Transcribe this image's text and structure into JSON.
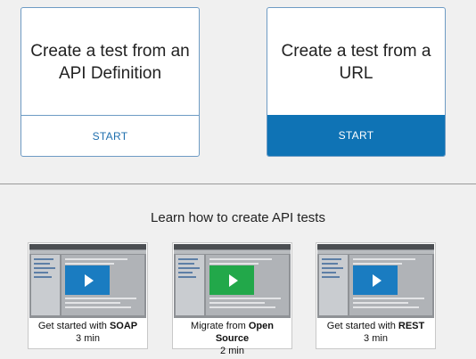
{
  "cards": [
    {
      "title": "Create a test from an API Definition",
      "start_label": "START"
    },
    {
      "title": "Create a test from a URL",
      "start_label": "START"
    }
  ],
  "learn": {
    "heading": "Learn how to create API tests",
    "videos": [
      {
        "caption_prefix": "Get started with ",
        "caption_bold": "SOAP",
        "duration": "3 min",
        "play_color": "#1a7cc1",
        "play_icon": "play-icon"
      },
      {
        "caption_prefix": "Migrate from ",
        "caption_bold": "Open Source",
        "duration": "2 min",
        "play_color": "#22a84a",
        "play_icon": "play-icon"
      },
      {
        "caption_prefix": "Get started with ",
        "caption_bold": "REST",
        "duration": "3 min",
        "play_color": "#1a7cc1",
        "play_icon": "play-icon"
      }
    ]
  },
  "colors": {
    "accent": "#0f73b5",
    "border": "#6e9bc4",
    "background": "#f0f0f0"
  }
}
